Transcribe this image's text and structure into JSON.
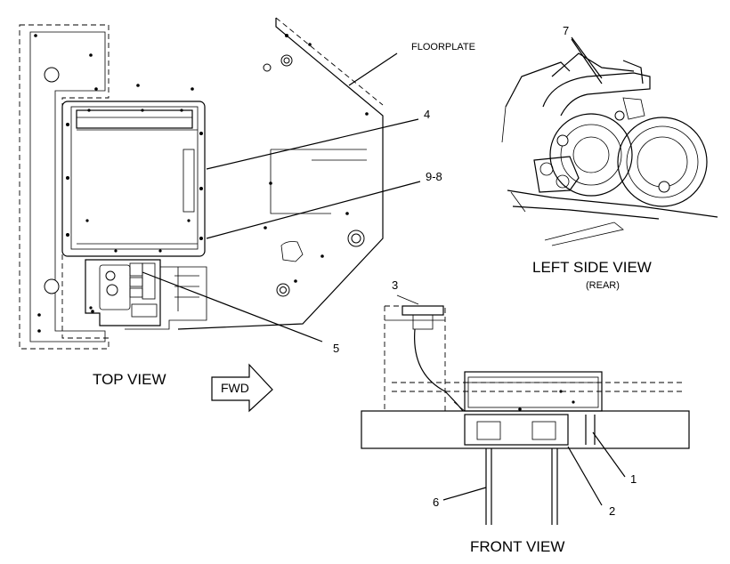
{
  "labels": {
    "floorplate": "FLOORPLATE",
    "c4": "4",
    "c98": "9-8",
    "c5": "5",
    "c7": "7",
    "c3": "3",
    "c1": "1",
    "c2": "2",
    "c6": "6",
    "top_view": "TOP VIEW",
    "fwd": "FWD",
    "left_side_view": "LEFT SIDE  VIEW",
    "rear": "(REAR)",
    "front_view": "FRONT VIEW"
  }
}
